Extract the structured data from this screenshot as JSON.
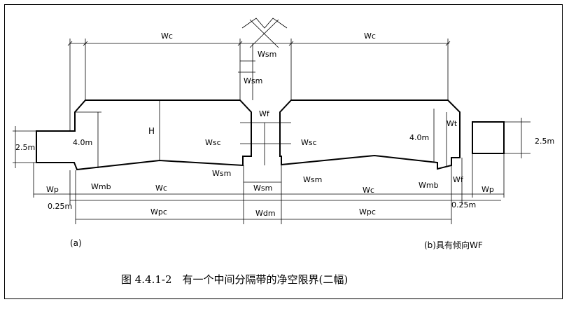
{
  "labels": {
    "wc_left_top": "Wc",
    "wc_right_top": "Wc",
    "wsm_top1": "Wsm",
    "wsm_top2": "Wsm",
    "wf_mid": "Wf",
    "h": "H",
    "four_m_left": "4.0m",
    "four_m_right": "4.0m",
    "two_five_left": "2.5m",
    "two_five_right": "2.5m",
    "wsc_left": "Wsc",
    "wsc_right": "Wsc",
    "wsm_low_left": "Wsm",
    "wsm_low_mid": "Wsm",
    "wsm_low_right": "Wsm",
    "wt": "Wt",
    "wf_right": "Wf",
    "wp_left": "Wp",
    "wp_right": "Wp",
    "wmb_left": "Wmb",
    "wmb_right": "Wmb",
    "wc_left_bottom": "Wc",
    "wc_right_bottom": "Wc",
    "quarter_left": "0.25m",
    "quarter_right": "0.25m",
    "wpc_left": "Wpc",
    "wpc_right": "Wpc",
    "wdm": "Wdm",
    "sub_a": "(a)",
    "sub_b": "(b)具有倾向WF"
  },
  "caption": "图 4.4.1-2　有一个中间分隔带的净空限界(二幅)"
}
